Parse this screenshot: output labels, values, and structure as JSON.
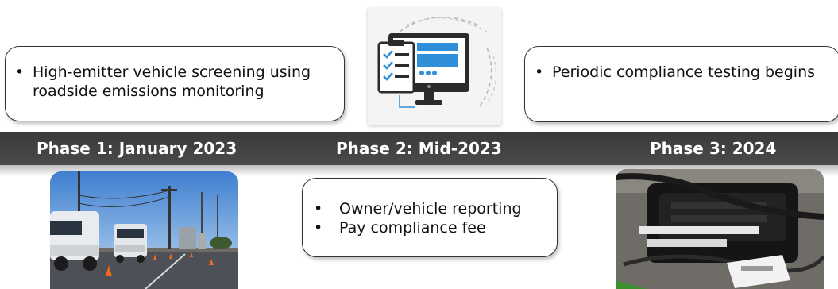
{
  "phase1": {
    "label": "Phase 1: January 2023",
    "bullet": "High-emitter vehicle screening using roadside emissions monitoring"
  },
  "phase2": {
    "label": "Phase 2: Mid-2023",
    "bullets": [
      "Owner/vehicle reporting",
      "Pay compliance fee"
    ]
  },
  "phase3": {
    "label": "Phase 3: 2024",
    "bullet": "Periodic compliance testing begins"
  },
  "bullet_char": "•",
  "icons": {
    "center": "computer-checklist-icon"
  },
  "colors": {
    "band": "#404040",
    "icon_blue": "#2f8fd8",
    "icon_dark": "#2b2b2b"
  }
}
